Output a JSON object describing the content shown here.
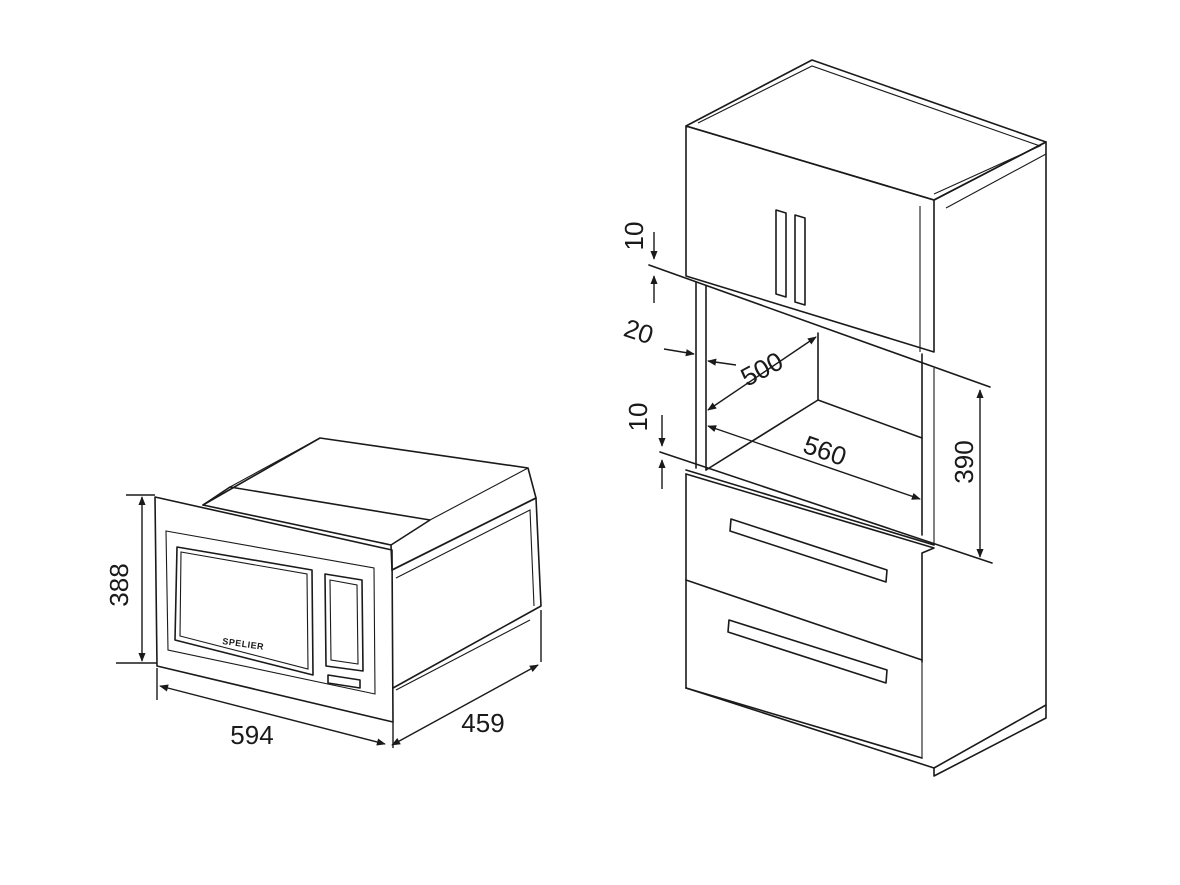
{
  "microwave": {
    "brand": "SPELIER",
    "height": "388",
    "width": "594",
    "depth": "459"
  },
  "cabinet": {
    "gap_top": "10",
    "side_gap": "20",
    "depth": "500",
    "width": "560",
    "height": "390",
    "gap_bottom": "10"
  }
}
